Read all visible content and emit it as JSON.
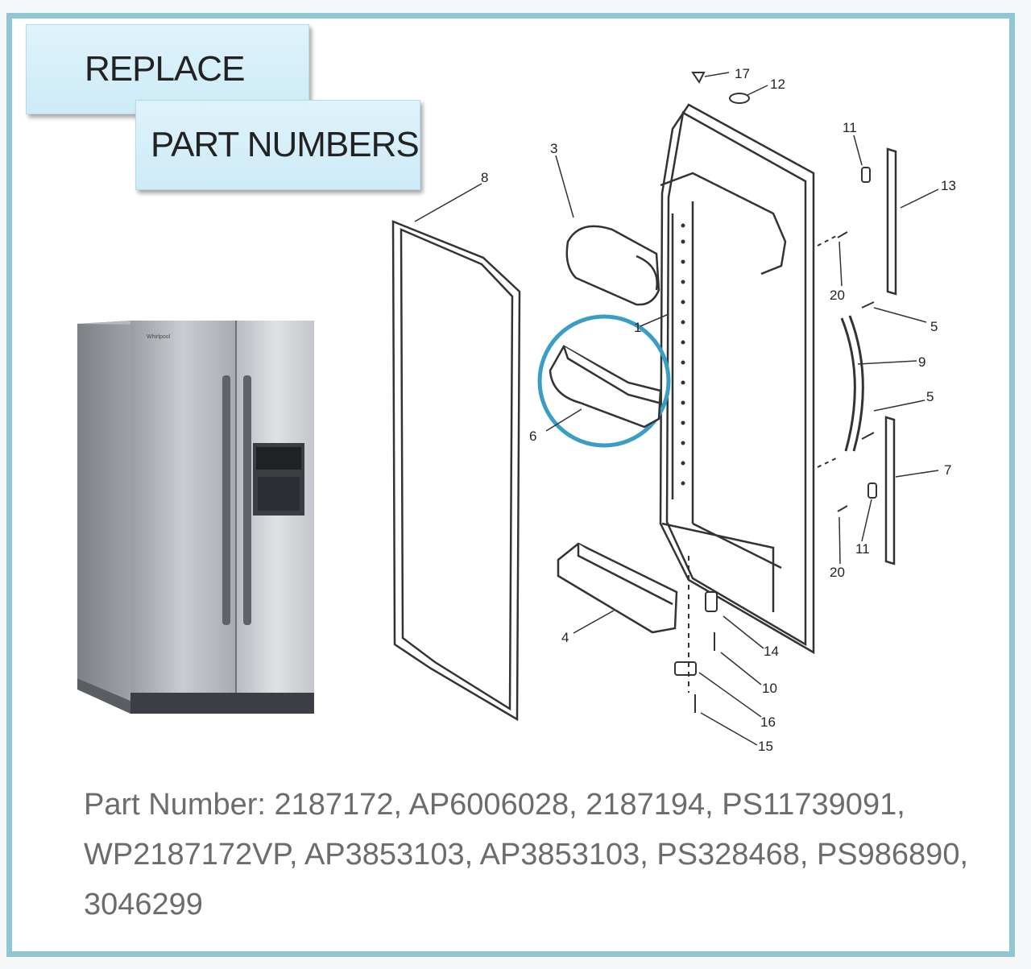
{
  "header": {
    "replace_label": "REPLACE",
    "part_numbers_label": "PART NUMBERS"
  },
  "footer": {
    "part_number_text": "Part Number: 2187172, AP6006028, 2187194, PS11739091, WP2187172VP, AP3853103, AP3853103, PS328468, PS986890, 3046299"
  },
  "diagram": {
    "callouts": {
      "c1": "1",
      "c3": "3",
      "c4": "4",
      "c5a": "5",
      "c5b": "5",
      "c6": "6",
      "c7": "7",
      "c8": "8",
      "c9": "9",
      "c10": "10",
      "c11a": "11",
      "c11b": "11",
      "c12": "12",
      "c13": "13",
      "c14": "14",
      "c15": "15",
      "c16": "16",
      "c17": "17",
      "c20a": "20",
      "c20b": "20"
    }
  },
  "colors": {
    "frame": "#8fc6d2",
    "highlight_circle": "#3a9ec4",
    "tag_fill": "#d6eff9",
    "text_gray": "#6c6c6c"
  }
}
